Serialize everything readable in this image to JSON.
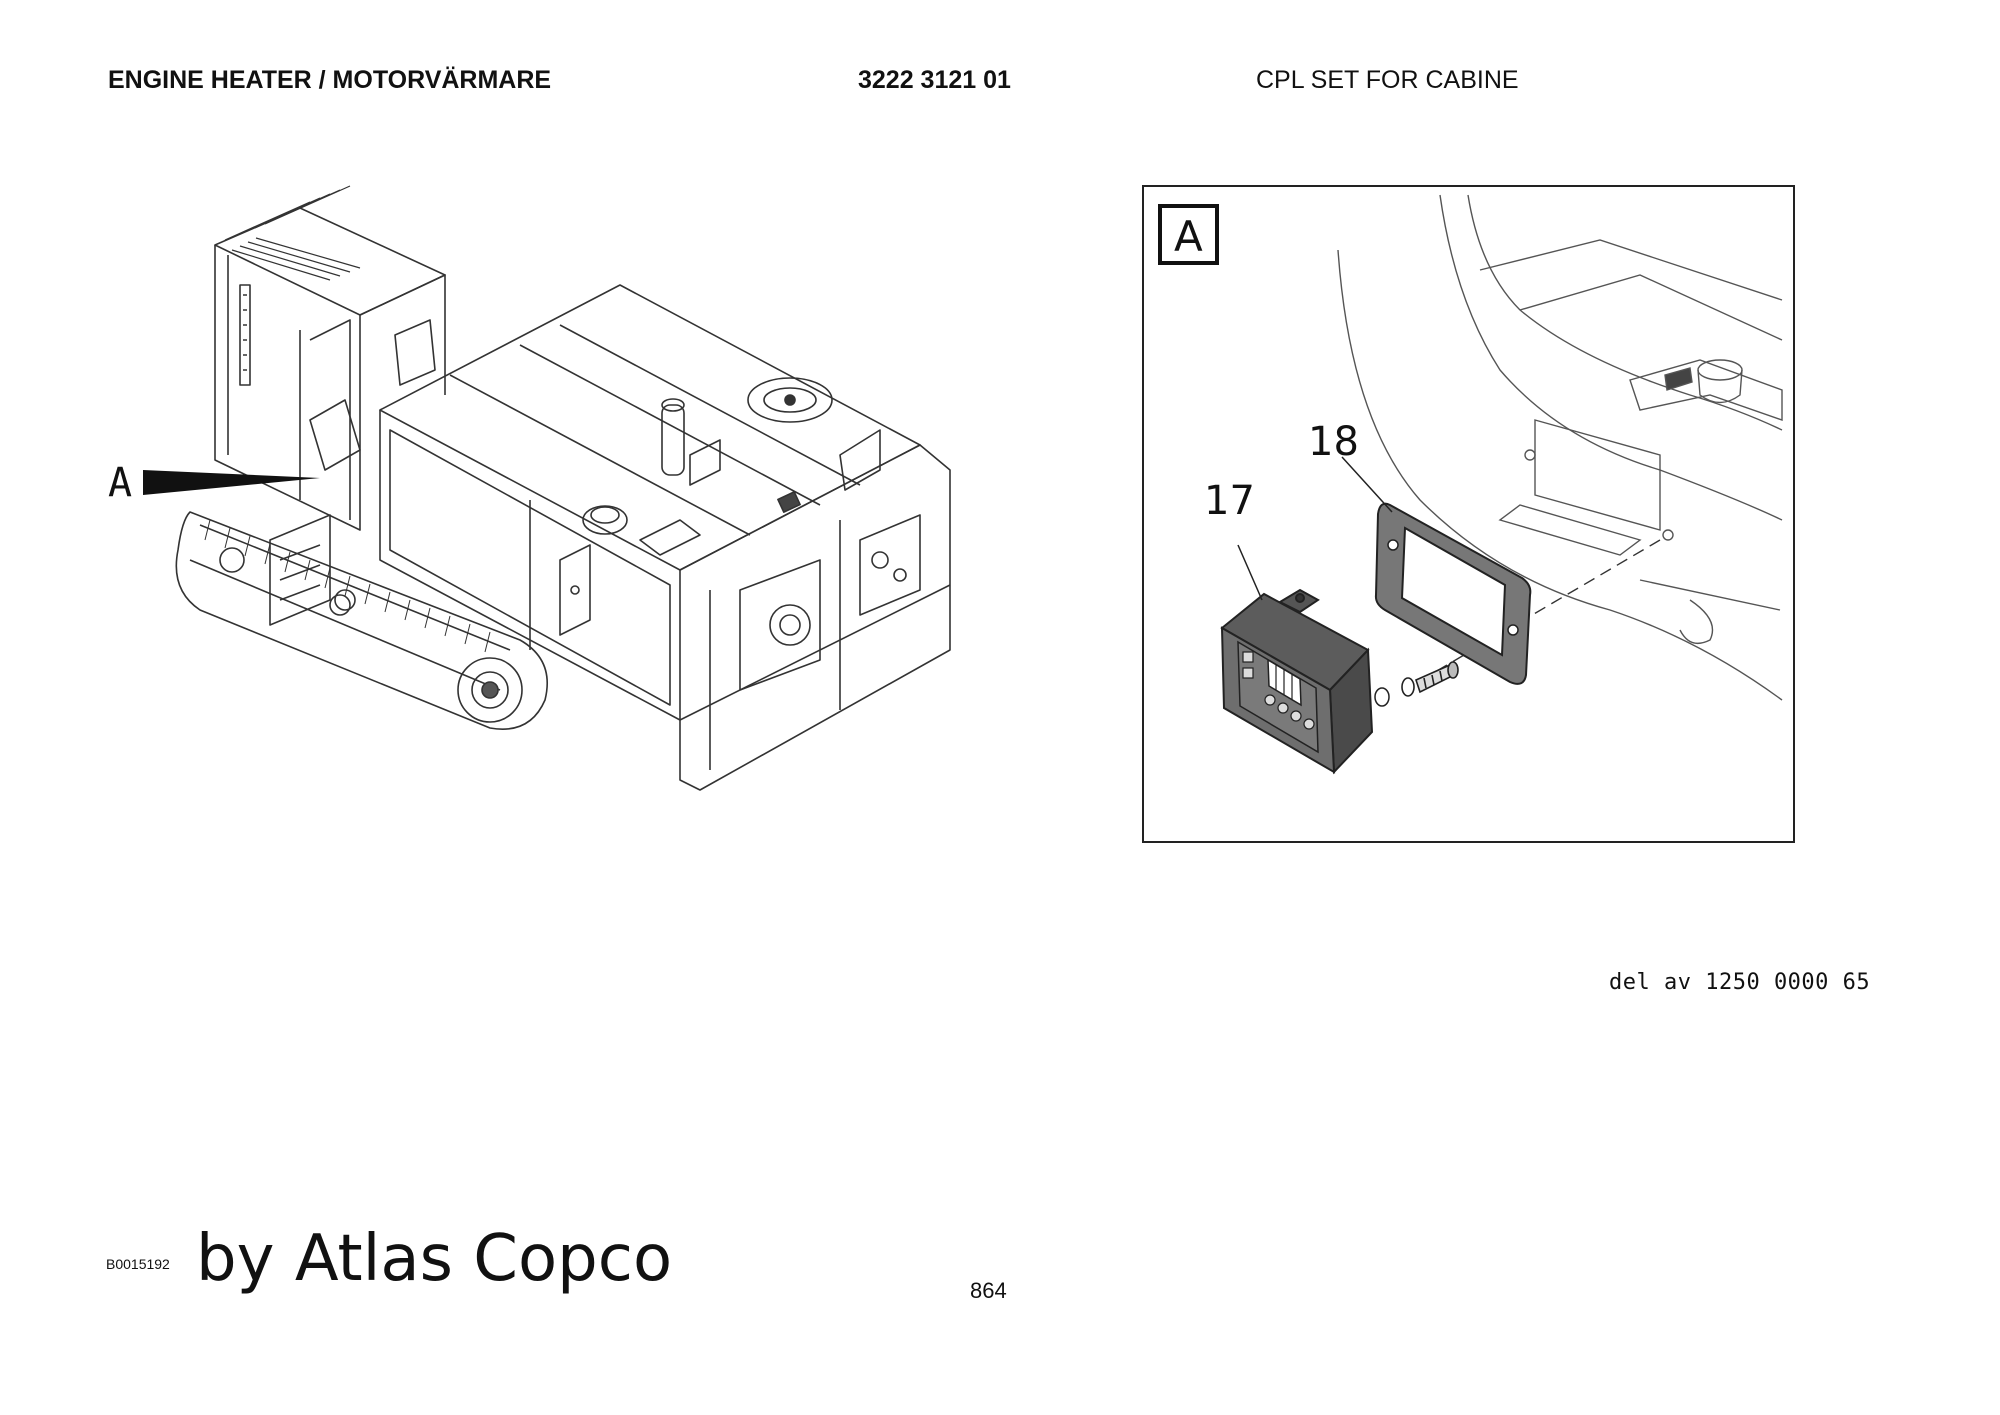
{
  "header": {
    "title": "ENGINE HEATER / MOTORVÄRMARE",
    "part_number": "3222 3121 01",
    "description": "CPL SET FOR CABINE"
  },
  "overview_drawing": {
    "callout_label": "A",
    "subject": "crawler drill rig with cabin"
  },
  "detail_drawing": {
    "view_label": "A",
    "callouts": [
      {
        "number": "17",
        "part": "heater control timer unit"
      },
      {
        "number": "18",
        "part": "mounting gasket frame"
      }
    ]
  },
  "footer": {
    "reference": "del av 1250 0000 65",
    "drawing_number": "B0015192",
    "brand": "by Atlas Copco",
    "page_number": "864"
  },
  "colors": {
    "line": "#222222",
    "light_line": "#555555",
    "paper": "#ffffff",
    "unit_fill": "#6e6e6e"
  }
}
